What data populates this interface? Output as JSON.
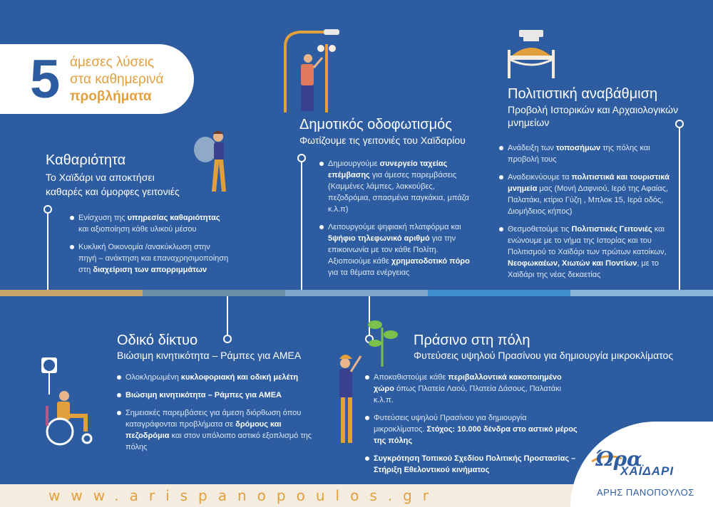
{
  "title": {
    "number": "5",
    "line1": "άμεσες λύσεις",
    "line2": "στα καθημερινά",
    "line3": "προβλήματα"
  },
  "cleanliness": {
    "title": "Καθαριότητα",
    "subtitle_1": "Το Χαϊδάρι να αποκτήσει",
    "subtitle_2": "καθαρές και όμορφες γειτονιές",
    "b1_pre": "Ενίσχυση της ",
    "b1_bold": "υπηρεσίας καθαριότητας",
    "b1_post": " και αξιοποίηση  κάθε υλικού μέσου",
    "b2_pre": "Κυκλική Οικονομία /ανακύκλωση στην πηγή – ανάκτηση και επαναχρησιμοποίηση στη ",
    "b2_bold": "διαχείριση των απορριμμάτων"
  },
  "lighting": {
    "title": "Δημοτικός οδοφωτισμός",
    "subtitle": "Φωτίζουμε τις γειτονιές του Χαϊδαρίου",
    "b1_pre": "Δημιουργούμε ",
    "b1_bold": "συνεργείο ταχείας επέμβασης",
    "b1_post": " για άμεσες παρεμβάσεις (Καμμένες λάμπες, λακκούβες, πεζοδρόμια, σπασμένα παγκάκια, μπάζα κ.λ.π)",
    "b2_pre": "Λειτουργούμε ψηφιακή πλατφόρμα και ",
    "b2_bold": "5ψήφιο τηλεφωνικό αριθμό",
    "b2_mid": " για την επικοινωνία με τον κάθε Πολίτη. Αξιοποιούμε κάθε ",
    "b2_bold2": "χρηματοδοτικό πόρο",
    "b2_post": " για τα θέματα ενέργειας"
  },
  "culture": {
    "title": "Πολιτιστική αναβάθμιση",
    "subtitle_1": "Προβολή Ιστορικών και Αρχαιολογικών",
    "subtitle_2": "μνημείων",
    "b1_pre": "Ανάδειξη των ",
    "b1_bold": "τοποσήμων",
    "b1_post": " της πόλης και προβολή τους",
    "b2_pre": "Αναδεικνύουμε τα ",
    "b2_bold": "πολιτιστικά και τουριστικά μνημεία",
    "b2_post": " μας (Μονή Δαφνιού, Ιερό της Αφαίας, Παλατάκι, κτίριο Γύζη , Μπλοκ 15, Ιερά οδός, Διομήδειος κήπος)",
    "b3_pre": "Θεσμοθετούμε τις ",
    "b3_bold": "Πολιτιστικές Γειτονιές",
    "b3_mid": " και ενώνουμε με το νήμα της Ιστορίας και του Πολιτισμού το Χαϊδάρι των πρώτων κατοίκων, ",
    "b3_bold2": "Νεοφωκαέων, Χιωτών και Ποντίων",
    "b3_post": ", με το Χαϊδάρι της νέας δεκαετίας"
  },
  "roads": {
    "title": "Οδικό δίκτυο",
    "subtitle": "Βιώσιμη κινητικότητα – Ράμπες για ΑΜΕΑ",
    "b1_pre": "Ολοκληρωμένη ",
    "b1_bold": "κυκλοφοριακή και οδική μελέτη",
    "b2_bold": "Βιώσιμη κινητικότητα – Ράμπες για ΑΜΕΑ",
    "b3_pre": "Σημειακές παρεμβάσεις για άμεση διόρθωση όπου καταγράφονται προβλήματα σε ",
    "b3_bold": "δρόμους και πεζοδρόμια",
    "b3_post": " και στον υπόλοιπο αστικό εξοπλισμό της πόλης"
  },
  "green": {
    "title": "Πράσινο στη πόλη",
    "subtitle": "Φυτεύσεις υψηλού Πρασίνου για δημιουργία μικροκλίματος",
    "b1_pre": "Αποκαθιστούμε κάθε ",
    "b1_bold": "περιβαλλοντικά κακοποιημένο χώρο",
    "b1_post": " όπως Πλατεία Λαού, Πλατεία Δάσους, Παλατάκι κ.λ.π.",
    "b2_pre": "Φυτεύσεις υψηλού Πρασίνου για δημιουργία μικροκλίματος. ",
    "b2_bold": "Στόχος: 10.000 δένδρα στο αστικό μέρος της πόλης",
    "b3_bold": "Συγκρότηση Τοπικού Σχεδίου Πολιτικής Προστασίας – Στήριξη Εθελοντικού κινήματος"
  },
  "footer": {
    "url": "www.arispanopoulos.gr"
  },
  "logo": {
    "script": "Ώρα",
    "city": "ΧΑΪΔΑΡΙ",
    "name": "ΑΡΗΣ ΠΑΝΟΠΟΥΛΟΣ"
  },
  "colors": {
    "background": "#2d5da0",
    "accent": "#e2a03c",
    "divider": [
      "#c9a46a",
      "#6e8fa8",
      "#7fa6c8",
      "#3f8fd0",
      "#8ab4d8"
    ]
  }
}
